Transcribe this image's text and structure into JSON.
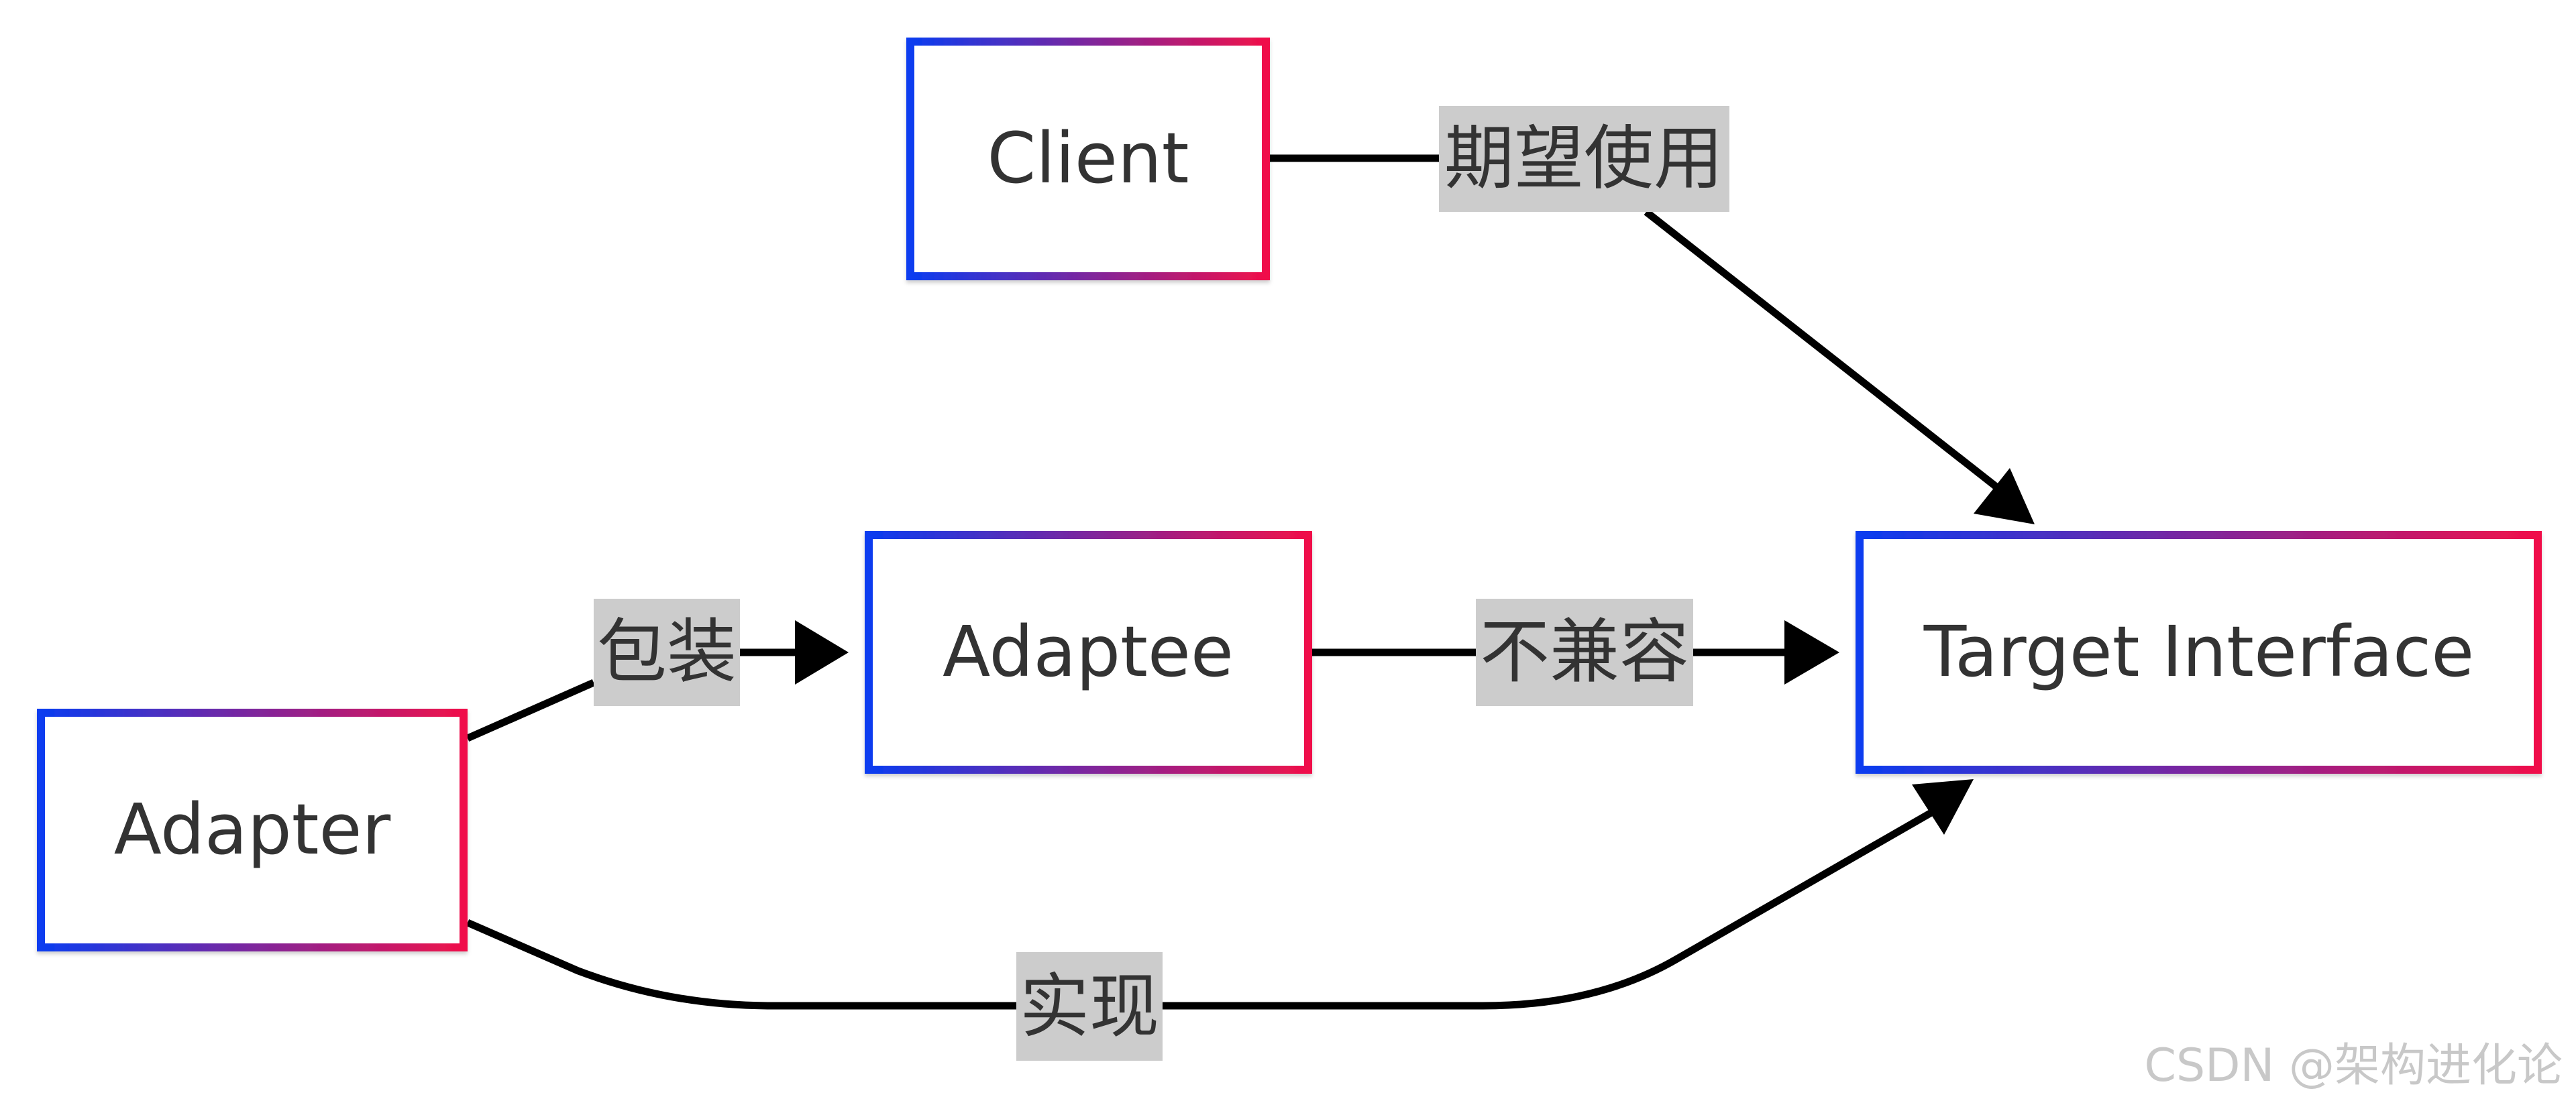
{
  "nodes": {
    "client": {
      "label": "Client"
    },
    "adaptee": {
      "label": "Adaptee"
    },
    "target": {
      "label": "Target Interface"
    },
    "adapter": {
      "label": "Adapter"
    }
  },
  "edges": {
    "client_to_target": {
      "label": "期望使用"
    },
    "adapter_to_adaptee": {
      "label": "包装"
    },
    "adaptee_to_target": {
      "label": "不兼容"
    },
    "adapter_to_target": {
      "label": "实现"
    }
  },
  "watermark": "CSDN @架构进化论",
  "colors": {
    "node_gradient_start": "#0a3cf0",
    "node_gradient_end": "#f0104a",
    "edge": "#000000",
    "label_bg": "#cccccc",
    "text": "#333333"
  }
}
